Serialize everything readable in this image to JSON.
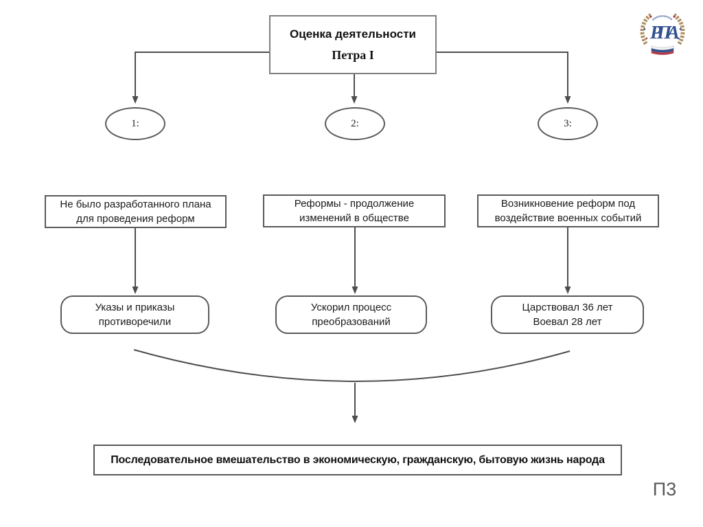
{
  "title_box": {
    "line1": "Оценка деятельности",
    "line2": "Петра I"
  },
  "ellipses": [
    {
      "label": "1:"
    },
    {
      "label": "2:"
    },
    {
      "label": "3:"
    }
  ],
  "reason_boxes": [
    {
      "line1": "Не было разработанного плана",
      "line2": "для проведения реформ"
    },
    {
      "line1": "Реформы - продолжение",
      "line2": "изменений в обществе"
    },
    {
      "line1": "Возникновение реформ под",
      "line2": "воздействие военных событий"
    }
  ],
  "result_boxes": [
    {
      "line1": "Указы и приказы",
      "line2": "противоречили"
    },
    {
      "line1": "Ускорил процесс",
      "line2": "преобразований"
    },
    {
      "line1": "Царствовал 36 лет",
      "line2": "Воевал 28 лет"
    }
  ],
  "conclusion_box": {
    "text": "Последовательное вмешательство в экономическую, гражданскую, бытовую жизнь народа"
  },
  "page": {
    "label": "П3"
  },
  "logo": {
    "name": "university-emblem"
  },
  "colors": {
    "connector_line": "#4d4d4d",
    "box_border": "#595959",
    "title_border": "#7f7f7f",
    "page_label": "#595959",
    "logo_gold": "#9c7a45",
    "logo_blue": "#31518f",
    "logo_red": "#b23a48"
  }
}
